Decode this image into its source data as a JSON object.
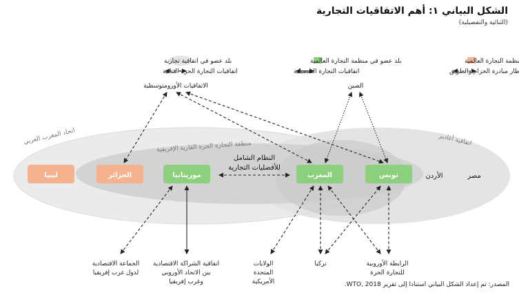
{
  "title": "الشكل البياني ١: أهم الاتفاقيات التجارية",
  "subtitle": "(الثنائية والتفضيلية)",
  "legend": {
    "accession": "بلد في طريقه للانضمام إلى منظمة التجارة العالمية",
    "wto_member": "بلد عضو في منظمة التجارة العالمية",
    "agreement_member": "بلد عضو في اتفاقية تجارية",
    "bri": "اتفاقيات الشراكة في إطار مبادرة الحزام والطريق",
    "preferential": "اتفاقيات التجارة التفضيلية",
    "bilateral_fta": "اتفاقيات التجارة الحرة الثنائية",
    "colors": {
      "accession": "#f6b18e",
      "wto_member": "#8ccf7c",
      "agreement_member": "#e3e3e3"
    }
  },
  "regions": {
    "agadir": "اتفاقية أغادير",
    "amu": "اتحاد المغرب العربي",
    "afcfta": "منطقة التجارة الحرة القارية الإفريقية"
  },
  "countries": {
    "libya": "ليبيا",
    "algeria": "الجزائر",
    "mauritania": "موريتانيا",
    "morocco": "المغرب",
    "tunisia": "تونس",
    "jordan": "الأردن",
    "egypt": "مصر"
  },
  "gsp": {
    "line1": "النظام الشامل",
    "line2": "للأفضليات التجارية"
  },
  "partners": {
    "euromed": "الاتفاقيات الأورومتوسطية",
    "china": "الصين",
    "ecowas": [
      "الجماعة الاقتصادية",
      "لدول غرب إفريقيا"
    ],
    "eu_west_africa": [
      "اتفاقية الشراكة الاقتصادية",
      "بين الاتحاد الأوروبي",
      "وغرب إفريقيا"
    ],
    "usa": [
      "الولايات",
      "المتحدة",
      "الأمريكية"
    ],
    "turkey": "تركيا",
    "efta": [
      "الرابطة الأوروبية",
      "للتجارة الحرة"
    ]
  },
  "source": "المصدر: تم إعداد الشكل البياني استنادا إلى تقرير WTO, 2018."
}
